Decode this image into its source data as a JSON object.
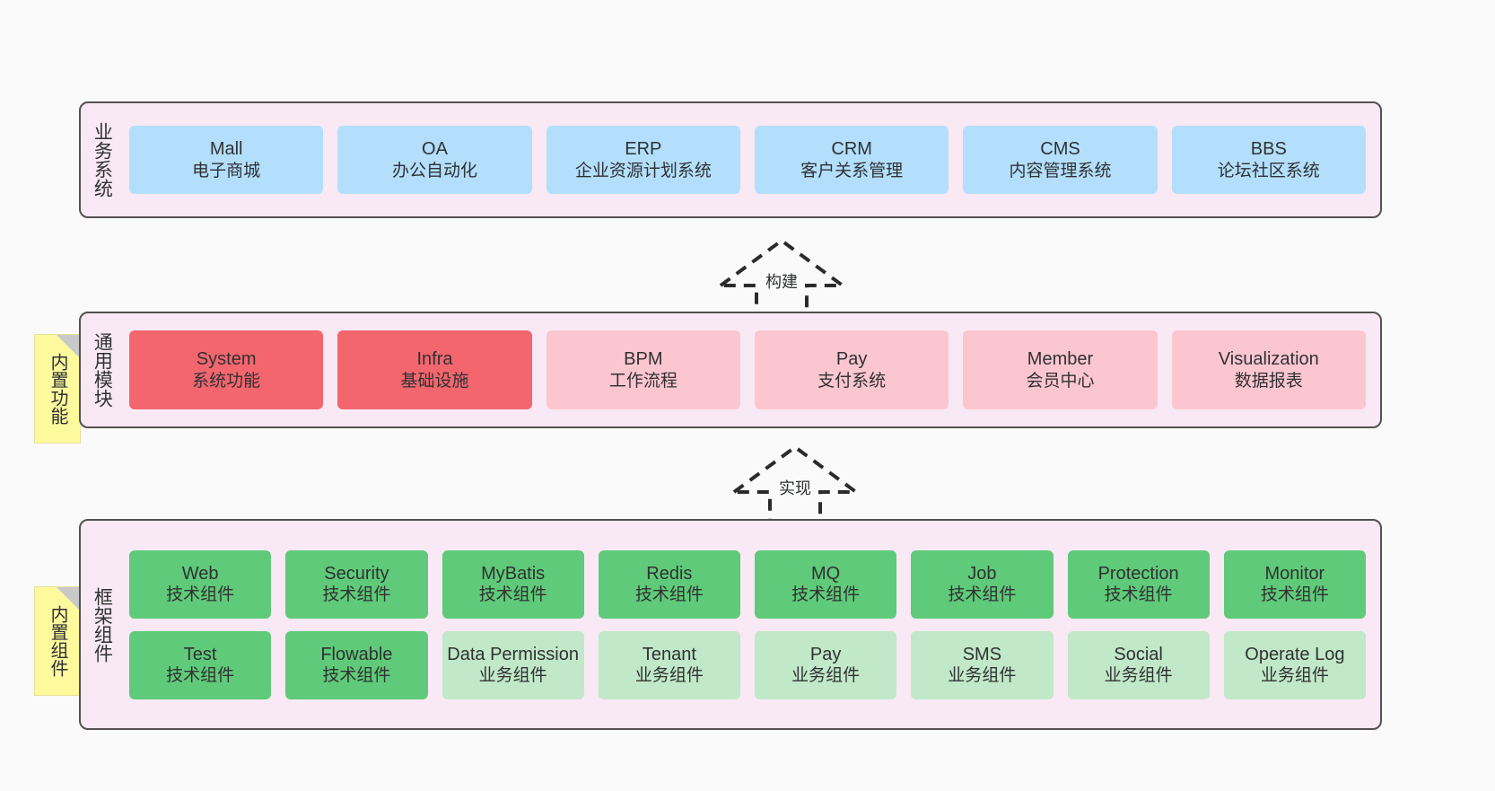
{
  "diagram": {
    "background_color": "#fafafa",
    "layer_fill": "#f8e9f4",
    "layer_border": "#55504f"
  },
  "layers": [
    {
      "id": "business-system",
      "title": "业务系统",
      "nodes": [
        {
          "name": "Mall",
          "desc": "电子商城"
        },
        {
          "name": "OA",
          "desc": "办公自动化"
        },
        {
          "name": "ERP",
          "desc": "企业资源计划系统"
        },
        {
          "name": "CRM",
          "desc": "客户关系管理"
        },
        {
          "name": "CMS",
          "desc": "内容管理系统"
        },
        {
          "name": "BBS",
          "desc": "论坛社区系统"
        }
      ],
      "node_color": "#b3dffc"
    },
    {
      "id": "common-module",
      "title": "通用模块",
      "sticky": "内置功能",
      "nodes": [
        {
          "name": "System",
          "desc": "系统功能",
          "color": "#f4666e"
        },
        {
          "name": "Infra",
          "desc": "基础设施",
          "color": "#f4666e"
        },
        {
          "name": "BPM",
          "desc": "工作流程",
          "color": "#fcc6d0"
        },
        {
          "name": "Pay",
          "desc": "支付系统",
          "color": "#fcc6d0"
        },
        {
          "name": "Member",
          "desc": "会员中心",
          "color": "#fcc6d0"
        },
        {
          "name": "Visualization",
          "desc": "数据报表",
          "color": "#fcc6d0"
        }
      ]
    },
    {
      "id": "framework-component",
      "title": "框架组件",
      "sticky": "内置组件",
      "rows": [
        [
          {
            "name": "Web",
            "desc": "技术组件",
            "color": "#5fca79"
          },
          {
            "name": "Security",
            "desc": "技术组件",
            "color": "#5fca79"
          },
          {
            "name": "MyBatis",
            "desc": "技术组件",
            "color": "#5fca79"
          },
          {
            "name": "Redis",
            "desc": "技术组件",
            "color": "#5fca79"
          },
          {
            "name": "MQ",
            "desc": "技术组件",
            "color": "#5fca79"
          },
          {
            "name": "Job",
            "desc": "技术组件",
            "color": "#5fca79"
          },
          {
            "name": "Protection",
            "desc": "技术组件",
            "color": "#5fca79"
          },
          {
            "name": "Monitor",
            "desc": "技术组件",
            "color": "#5fca79"
          }
        ],
        [
          {
            "name": "Test",
            "desc": "技术组件",
            "color": "#5fca79"
          },
          {
            "name": "Flowable",
            "desc": "技术组件",
            "color": "#5fca79"
          },
          {
            "name": "Data Permission",
            "desc": "业务组件",
            "color": "#c1e8c8"
          },
          {
            "name": "Tenant",
            "desc": "业务组件",
            "color": "#c1e8c8"
          },
          {
            "name": "Pay",
            "desc": "业务组件",
            "color": "#c1e8c8"
          },
          {
            "name": "SMS",
            "desc": "业务组件",
            "color": "#c1e8c8"
          },
          {
            "name": "Social",
            "desc": "业务组件",
            "color": "#c1e8c8"
          },
          {
            "name": "Operate Log",
            "desc": "业务组件",
            "color": "#c1e8c8"
          }
        ]
      ]
    }
  ],
  "arrows": [
    {
      "id": "build",
      "label": "构建",
      "direction": "up",
      "from": "common-module",
      "to": "business-system"
    },
    {
      "id": "implement",
      "label": "实现",
      "direction": "up",
      "from": "framework-component",
      "to": "common-module"
    }
  ]
}
